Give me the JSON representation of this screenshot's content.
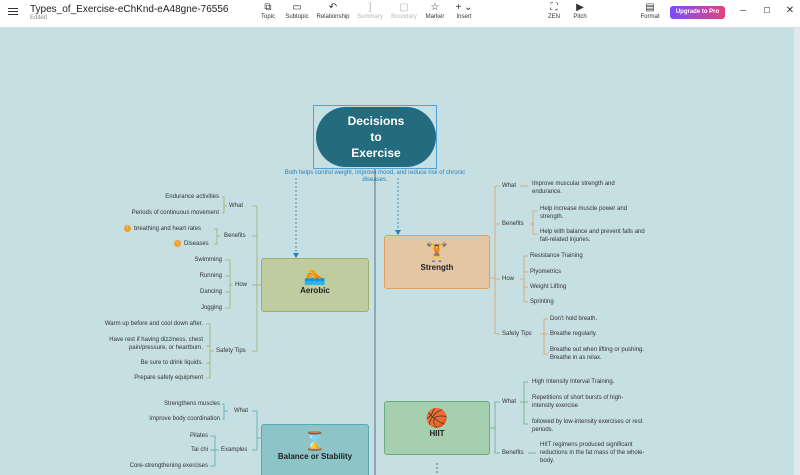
{
  "window": {
    "title": "Types_of_Exercise-eChKnd-eA48gne-76556",
    "subtitle": "Edited"
  },
  "toolbar": {
    "items": [
      {
        "label": "Topic",
        "icon": "topic-icon",
        "glyph": "⧉"
      },
      {
        "label": "Subtopic",
        "icon": "subtopic-icon",
        "glyph": "▭"
      },
      {
        "label": "Relationship",
        "icon": "relationship-icon",
        "glyph": "↶"
      },
      {
        "label": "Summary",
        "icon": "summary-icon",
        "glyph": "]"
      },
      {
        "label": "Boundary",
        "icon": "boundary-icon",
        "glyph": "▢"
      },
      {
        "label": "Marker",
        "icon": "marker-icon",
        "glyph": "☆"
      },
      {
        "label": "Insert",
        "icon": "insert-icon",
        "glyph": "+ ⌄"
      }
    ],
    "right": [
      {
        "label": "ZEN",
        "icon": "zen-icon",
        "glyph": "⛶"
      },
      {
        "label": "Pitch",
        "icon": "pitch-icon",
        "glyph": "▶"
      },
      {
        "label": "Format",
        "icon": "format-icon",
        "glyph": "▤"
      }
    ],
    "upgrade": "Upgrade to Pro"
  },
  "map": {
    "central": {
      "line1": "Decisions",
      "line2": "to",
      "line3": "Exercise"
    },
    "note": "Both helps control weight, improve mood, and reduce risk of chronic diseases.",
    "aerobic": {
      "title": "Aerobic",
      "what": "What",
      "what_items": [
        "Endurance activities",
        "Periods of continuous movement"
      ],
      "benefits": "Benefits",
      "benefit_items": [
        "breathing and heart rates",
        "Diseases"
      ],
      "how": "How",
      "how_items": [
        "Swimming",
        "Running",
        "Dancing",
        "Jogging"
      ],
      "safety": "Safety Tips",
      "safety_items": [
        "Warm up before and cool down after.",
        "Have rest if having dizziness, chest pain/pressure, or heartburn.",
        "Be sure to drink liquids.",
        "Prepare safety equipment"
      ]
    },
    "strength": {
      "title": "Strength",
      "what": "What",
      "what_items": [
        "Improve muscular strength and endurance."
      ],
      "benefits": "Benefits",
      "benefit_items": [
        "Help increase muscle power and strength.",
        "Help with balance and prevent falls and fall-related injuries."
      ],
      "how": "How",
      "how_items": [
        "Resistance Training",
        "Plyometrics",
        "Weight Lifting",
        "Sprinting"
      ],
      "safety": "Safety Tips",
      "safety_items": [
        "Don't hold breath.",
        "Breathe regularly.",
        "Breathe out when lifting or pushing. Breathe in as relax."
      ]
    },
    "balance": {
      "title": "Balance or Stability",
      "what": "What",
      "what_items": [
        "Strengthens muscles",
        "Improve body coordination"
      ],
      "examples": "Examples",
      "example_items": [
        "Pilates",
        "Tai chi",
        "Core-strengthening exercises"
      ]
    },
    "hiit": {
      "title": "HIIT",
      "what": "What",
      "what_items": [
        "High Intensity Interval Training.",
        "Repetitions of short bursts of high-intensity exercise",
        "followed by low-intensity exercises or rest periods."
      ],
      "benefits": "Benefits",
      "benefit_items": [
        "HIIT regimens produced significant reductions in the fat mass of the whole-body."
      ]
    }
  },
  "colors": {
    "canvas": "#c6dfe3",
    "central": "#236b7d",
    "aerobic": "#bfcc9f",
    "strength": "#e3c6a3",
    "balance": "#8cc4c8",
    "hiit": "#a6cfb0"
  }
}
